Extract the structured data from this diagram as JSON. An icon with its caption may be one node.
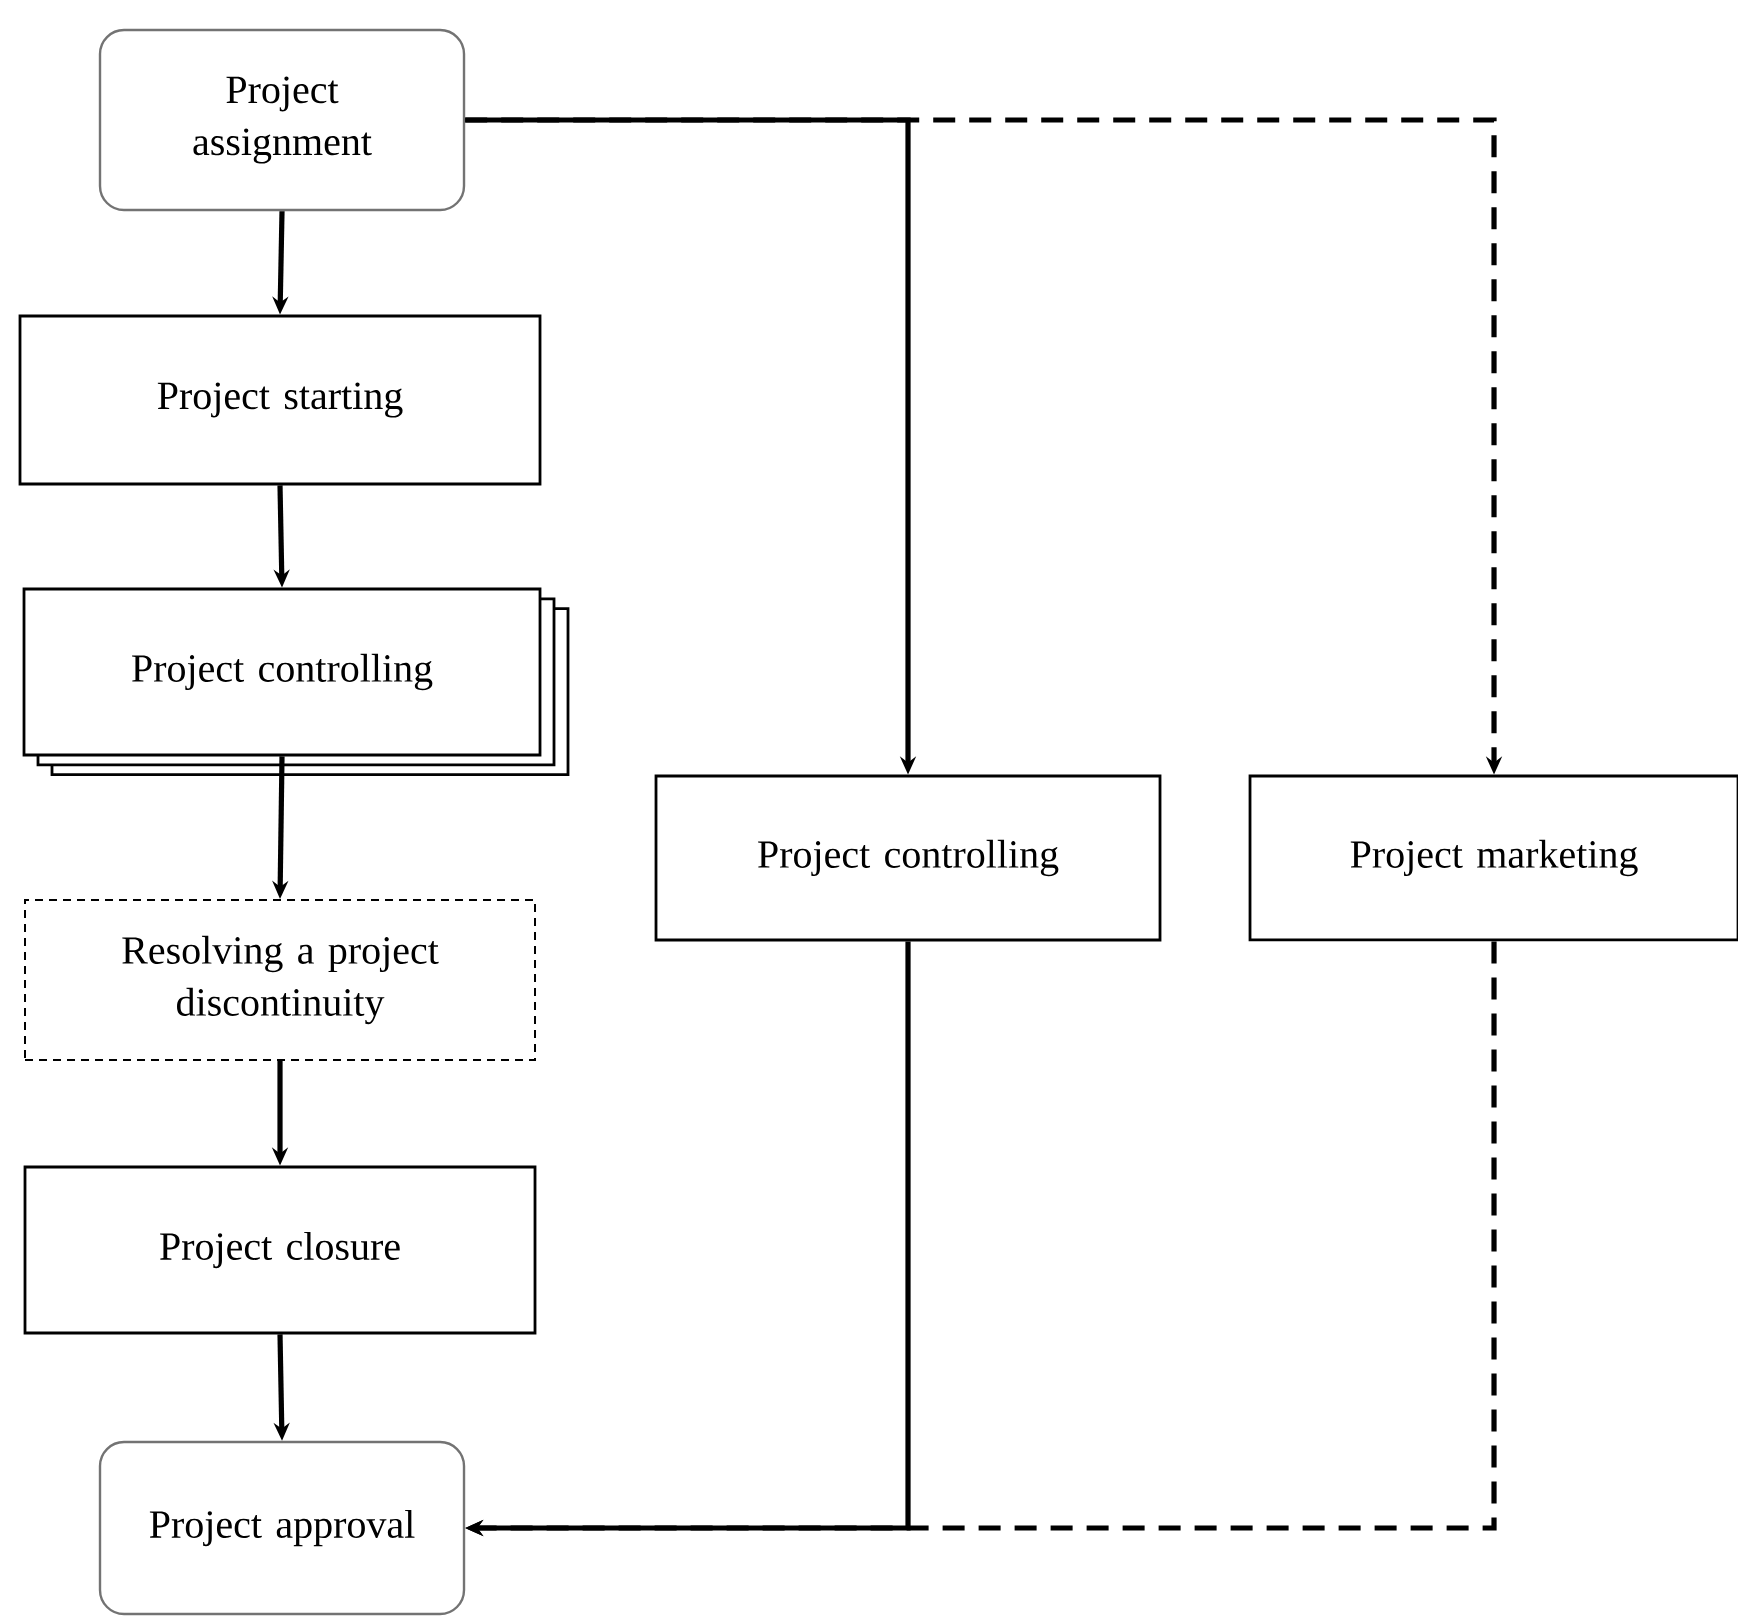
{
  "diagram": {
    "nodes": [
      {
        "text": [
          "Project assignment"
        ]
      },
      {
        "text": [
          "Project starting"
        ]
      },
      {
        "text": [
          "Project controlling"
        ]
      },
      {
        "text": [
          "Project controlling"
        ]
      },
      {
        "text": [
          "Project marketing"
        ]
      },
      {
        "text": [
          "Resolving a project discontinuity"
        ]
      },
      {
        "text": [
          "Project closure"
        ]
      },
      {
        "text": [
          "Project approval"
        ]
      }
    ],
    "edges": [
      {
        "from": 0,
        "to": 1,
        "arrow": "to"
      },
      {
        "from": 1,
        "to": 2,
        "arrow": "to"
      },
      {
        "from": 2,
        "to": 5,
        "arrow": "to"
      },
      {
        "from": 5,
        "to": 6,
        "arrow": "to"
      },
      {
        "from": 6,
        "to": 7,
        "arrow": "to"
      },
      {
        "from": 0,
        "to": 4,
        "arrow": "to",
        "style": "dashed"
      },
      {
        "from": 0,
        "to": 3,
        "arrow": "to"
      },
      {
        "from": 4,
        "to": 7,
        "arrow": "to",
        "style": "dashed"
      },
      {
        "from": 3,
        "to": 7,
        "arrow": "to"
      }
    ]
  }
}
